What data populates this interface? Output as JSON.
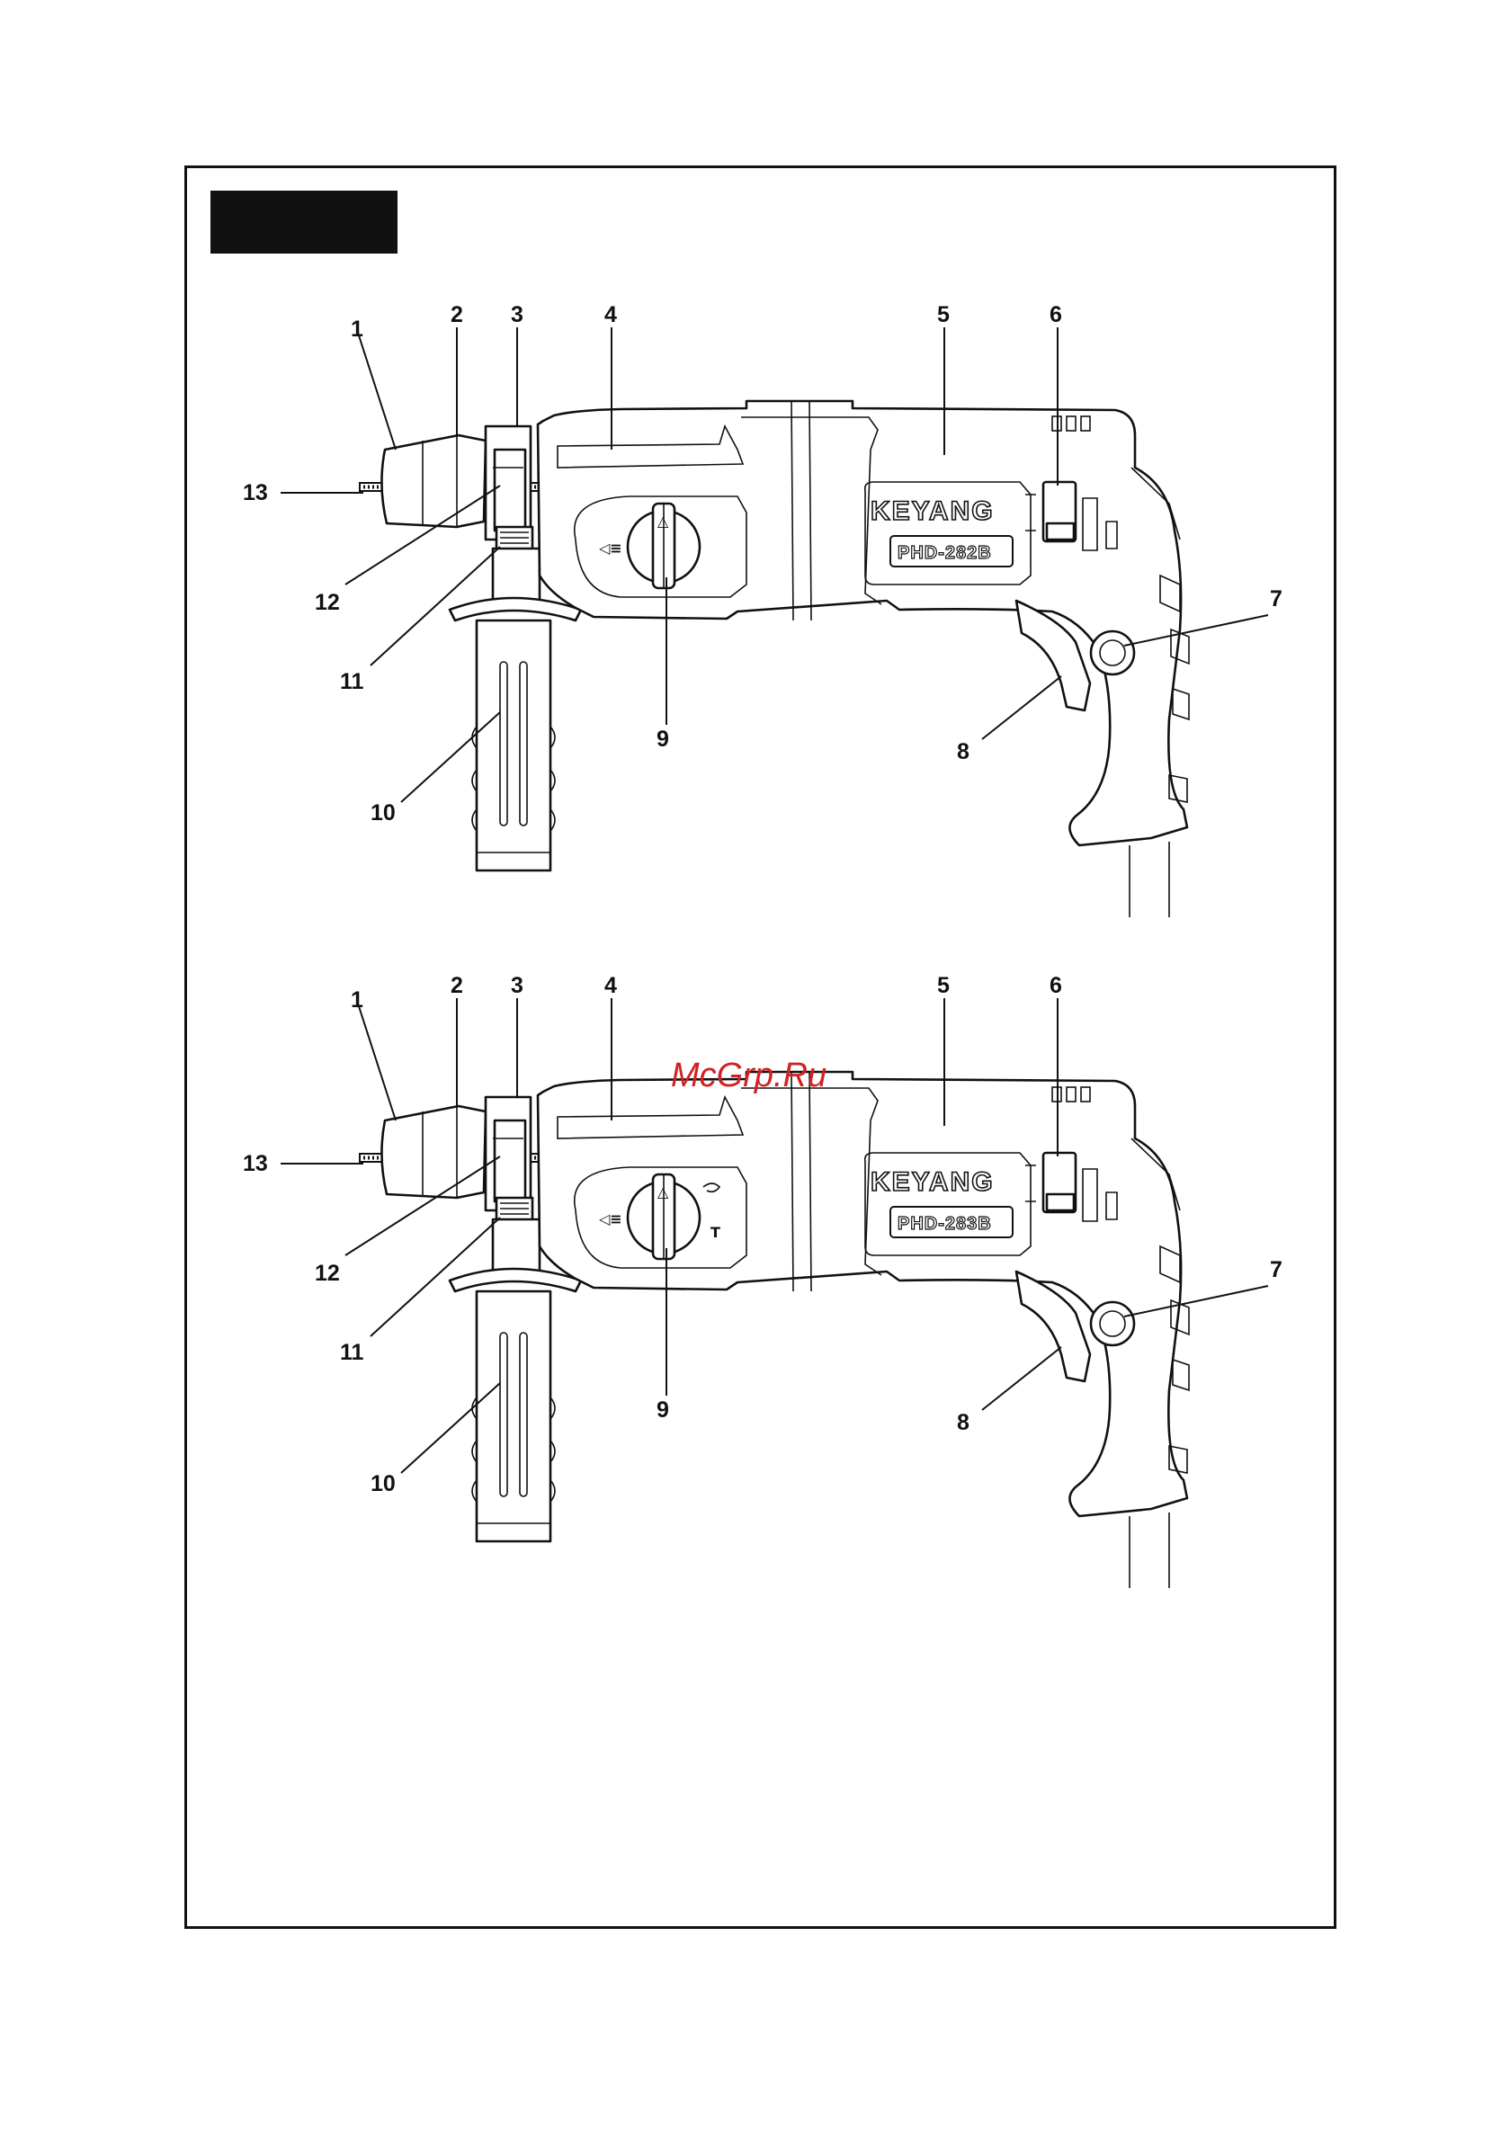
{
  "watermark": "McGrp.Ru",
  "drills": [
    {
      "brand": "KEYANG",
      "model": "PHD-282B",
      "mode_marks": [
        "△"
      ],
      "callouts": [
        "1",
        "2",
        "3",
        "4",
        "5",
        "6",
        "7",
        "8",
        "9",
        "10",
        "11",
        "12",
        "13"
      ]
    },
    {
      "brand": "KEYANG",
      "model": "PHD-283B",
      "mode_marks": [
        "△",
        "T"
      ],
      "callouts": [
        "1",
        "2",
        "3",
        "4",
        "5",
        "6",
        "7",
        "8",
        "9",
        "10",
        "11",
        "12",
        "13"
      ]
    }
  ]
}
